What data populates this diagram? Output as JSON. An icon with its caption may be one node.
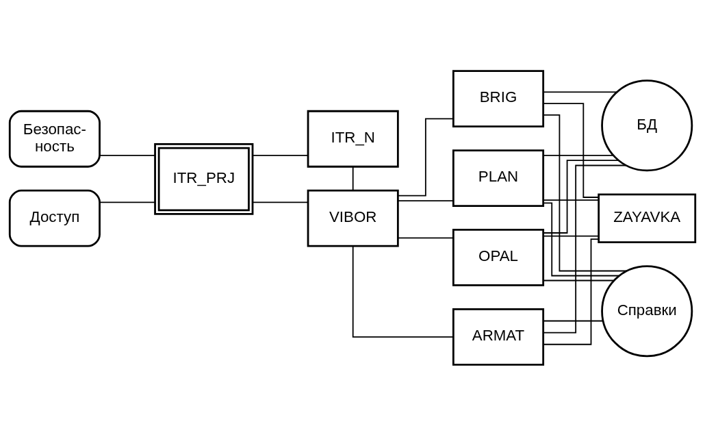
{
  "diagram": {
    "nodes": [
      {
        "text": [
          "Безопас- ность"
        ]
      },
      {
        "text": [
          "Доступ"
        ]
      },
      {
        "text": [
          "ITR_PRJ"
        ]
      },
      {
        "text": [
          "ITR_N"
        ]
      },
      {
        "text": [
          "VIBOR"
        ]
      },
      {
        "text": [
          "OPAL"
        ]
      },
      {
        "text": [
          "ARMAT"
        ]
      },
      {
        "text": [
          "BRIG"
        ]
      },
      {
        "text": [
          "PLAN"
        ]
      },
      {
        "text": [
          "БД"
        ]
      },
      {
        "text": [
          "ZAYAVKA"
        ]
      },
      {
        "text": [
          "Справки"
        ]
      }
    ],
    "edges": [
      {
        "from": 0,
        "to": 2,
        "arrow": "none"
      },
      {
        "from": 1,
        "to": 2,
        "arrow": "none"
      },
      {
        "from": 2,
        "to": 3,
        "arrow": "none"
      },
      {
        "from": 2,
        "to": 4,
        "arrow": "none"
      },
      {
        "from": 3,
        "to": 4,
        "arrow": "none"
      },
      {
        "from": 4,
        "to": 5,
        "arrow": "none"
      },
      {
        "from": 4,
        "to": 6,
        "arrow": "none"
      },
      {
        "from": 4,
        "to": 7,
        "arrow": "none"
      },
      {
        "from": 4,
        "to": 8,
        "arrow": "none"
      },
      {
        "from": 5,
        "to": 9,
        "arrow": "none"
      },
      {
        "from": 5,
        "to": 10,
        "arrow": "none"
      },
      {
        "from": 5,
        "to": 11,
        "arrow": "none"
      },
      {
        "from": 6,
        "to": 9,
        "arrow": "none"
      },
      {
        "from": 6,
        "to": 10,
        "arrow": "none"
      },
      {
        "from": 6,
        "to": 11,
        "arrow": "none"
      },
      {
        "from": 7,
        "to": 9,
        "arrow": "none"
      },
      {
        "from": 7,
        "to": 10,
        "arrow": "none"
      },
      {
        "from": 7,
        "to": 11,
        "arrow": "none"
      },
      {
        "from": 8,
        "to": 9,
        "arrow": "none"
      },
      {
        "from": 8,
        "to": 10,
        "arrow": "none"
      },
      {
        "from": 8,
        "to": 11,
        "arrow": "none"
      }
    ]
  }
}
